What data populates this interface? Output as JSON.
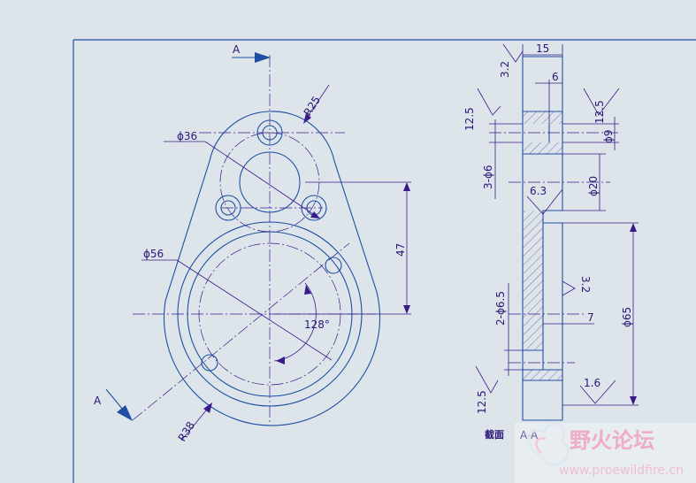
{
  "colors": {
    "background": "#dde5ea",
    "outline": "#1e4fa3",
    "dimension": "#3a1a8a",
    "watermark": "#f0a8c0"
  },
  "section": {
    "marker_top": "A",
    "marker_bottom": "A",
    "label_prefix": "截面",
    "label": "A-A"
  },
  "front_view": {
    "r25": "R25",
    "d36": "ϕ36",
    "d56": "ϕ56",
    "dist47": "47",
    "angle128": "128°",
    "r38": "R38"
  },
  "section_view": {
    "w15": "15",
    "w6": "6",
    "rough_top": "3.2",
    "rough_left": "12.5",
    "rough_right": "12.5",
    "d9": "ϕ9",
    "holes3": "3-ϕ6",
    "d20": "ϕ20",
    "rough_mid": "6.3",
    "d65": "ϕ65",
    "rough_32b": "3.2",
    "holes2": "2-ϕ6.5",
    "dim7": "7",
    "rough_bottom_left": "12.5",
    "rough_bottom_right": "1.6"
  },
  "watermark": {
    "title": "野火论坛",
    "url": "www.proewildfire.cn"
  }
}
